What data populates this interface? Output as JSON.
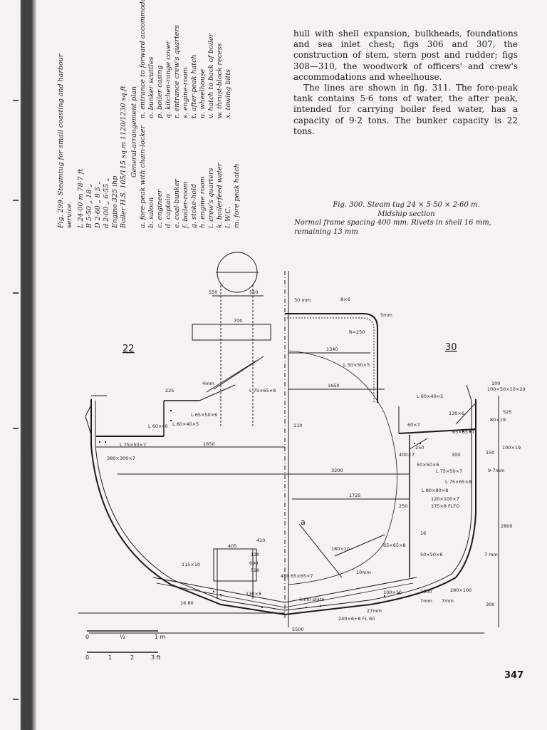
{
  "caption_rotated": {
    "title": "Fig. 299. Steamtug for small coasting and harbour service.",
    "dimensions": [
      "L 24·00 m 78·7 ft",
      "B 5·50 „ 18 „",
      "D 2·60 „ 8·5 „",
      "d 2·00 „ 6·55 „",
      "Engine 325 ihp",
      "Boiler H.S. 105/115 sq.m 1120/1230 sq.ft"
    ],
    "plan_title": "General-arrangement plan",
    "plan_left": [
      "a. fore-peak with chain-locker",
      "b. saloon",
      "c. engineer",
      "d. captain",
      "e. coal-bunker",
      "f. boiler-room",
      "g. stoke-hold",
      "h. engine room",
      "i. crew's quarters",
      "k. boilerfeed water",
      "l. W.C.",
      "m. fore peak hatch"
    ],
    "plan_right": [
      "n. entrance to forward accommodation",
      "o. bunker scuttles",
      "p. boiler casing",
      "q. kitchen-range cover",
      "r. entrance crew's quarters",
      "s. engine-room",
      "t. after-peak hatch",
      "u. wheelhouse",
      "v. hatch to back of boiler",
      "w. thrust-block recess",
      "x. towing bitts"
    ]
  },
  "body": {
    "paragraph1": "hull with shell expansion, bulkheads, foundations and sea inlet chest; figs 306 and 307, the construction of stem, stern post and rudder; figs 308—310, the woodwork of officers' and crew's accommodations and wheelhouse.",
    "paragraph2": "The lines are shown in fig. 311. The fore-peak tank contains 5·6 tons of water, the after peak, intended for carrying boiler feed water, has a capacity of 9·2 tons. The bunker capacity is 22 tons."
  },
  "figure_caption": {
    "line1": "Fig. 300. Steam tug 24 × 5·50 × 2·60 m.",
    "line2": "Midship section",
    "line3": "Normal frame spacing 400 mm. Rivets in shell 16 mm, remaining 13 mm"
  },
  "drawing": {
    "frame_left": "22",
    "frame_right": "30",
    "label_a": "a",
    "dims": {
      "d550a": "550",
      "d550b": "550",
      "d700": "700",
      "d1340": "1340",
      "d1650": "1650",
      "d1650b": "1650",
      "d3200": "3200",
      "d1725": "1725",
      "d5500": "5500",
      "d2800": "2800",
      "d300": "300",
      "d225": "225",
      "d110": "110",
      "d100": "100",
      "d405": "405",
      "d410": "410",
      "d120": "120",
      "d690": "690",
      "d520": "520",
      "d250": "250",
      "d30mm": "30 mm",
      "d5mm": "5mm",
      "d7mm": "7 mm",
      "d7mmb": "7mm",
      "d10mm": "10mm",
      "d4mm": "4mm",
      "d525": "525",
      "d1000": "1000",
      "d480": "480",
      "d150": "150",
      "d16": "16"
    },
    "profiles": {
      "p1": "R=250",
      "p2": "L 50×50×5",
      "p3": "L 60×40×5",
      "p4": "L 65×50×6",
      "p5": "L 75×50×7",
      "p6": "380×300×7",
      "p7": "L 60×40×5",
      "p8": "400×7",
      "p9": "50×50×6",
      "p10": "L 75×50×7",
      "p11": "L 75×65×8",
      "p12": "L 80×80×8",
      "p13": "120×100×7",
      "p14": "175×8 FLFO",
      "p15": "65×65×8",
      "p16": "50×50×6",
      "p17": "180×10",
      "p18": "65×65×7",
      "p19": "100×10",
      "p20": "280×100",
      "p21": "130×6",
      "p22": "100×50×10×20",
      "p23": "80×19",
      "p24": "100×19",
      "p25": "8×6",
      "p26": "65×65×7",
      "p27": "130×8",
      "p28": "115×10",
      "p29": "240×6+8 FL 60",
      "p30": "6mm plate",
      "p31": "7mm",
      "p32": "27mm",
      "p33": "L 60×40",
      "p34": "16 80",
      "p35": "60×7",
      "p36": "300",
      "p37": "250",
      "p38": "9-7mm",
      "p39": "L 75×65×8"
    },
    "scale": {
      "metric_0": "0",
      "metric_half": "½",
      "metric_1": "1 m",
      "ft_0": "0",
      "ft_1": "1",
      "ft_2": "2",
      "ft_3": "3 ft"
    }
  },
  "page_number": "347",
  "colors": {
    "ink": "#1a1a1a",
    "paper": "#f4f3ef"
  }
}
